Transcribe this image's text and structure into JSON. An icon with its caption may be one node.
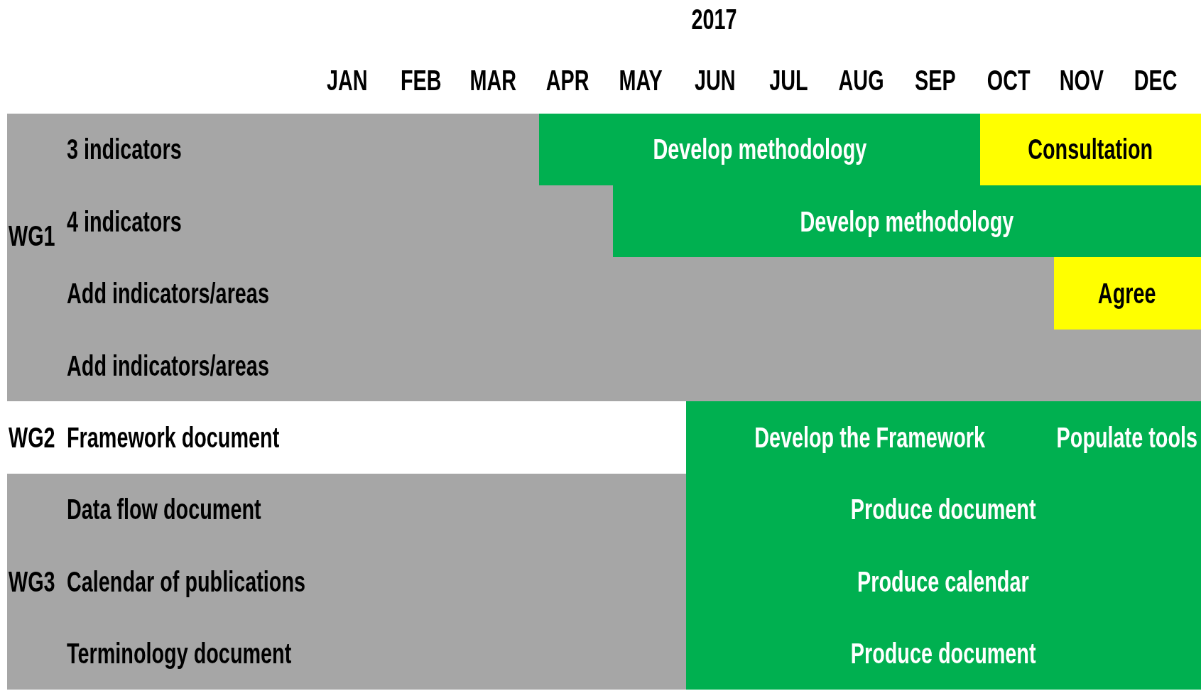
{
  "diagram": {
    "nodes": [
      {
        "text": [
          "Develop methodology"
        ]
      },
      {
        "text": [
          "Consultation"
        ]
      },
      {
        "text": [
          "Develop methodology"
        ]
      },
      {
        "text": [
          "Agree"
        ]
      },
      {
        "text": [
          "Develop the Framework"
        ]
      },
      {
        "text": [
          "Populate tools"
        ]
      },
      {
        "text": [
          "Produce document"
        ]
      },
      {
        "text": [
          "Produce calendar"
        ]
      },
      {
        "text": [
          "Produce document"
        ]
      }
    ],
    "labels": [
      "2017",
      "JAN",
      "FEB",
      "MAR",
      "APR",
      "MAY",
      "JUN",
      "JUL",
      "AUG",
      "SEP",
      "OCT",
      "NOV",
      "DEC",
      "WG1",
      "3 indicators",
      "4 indicators",
      "Add indicators/areas",
      "Add indicators/areas",
      "WG2",
      "Framework document",
      "Data flow document",
      "WG3",
      "Calendar of publications",
      "Terminology document"
    ]
  }
}
